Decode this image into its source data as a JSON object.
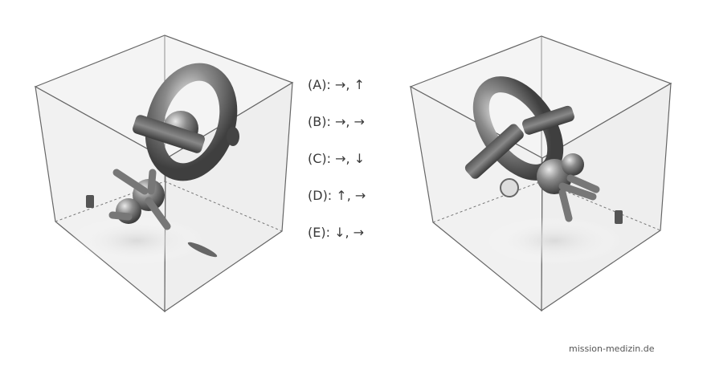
{
  "options": [
    {
      "label": "(A): →, ↑"
    },
    {
      "label": "(B): →, →"
    },
    {
      "label": "(C): →, ↓"
    },
    {
      "label": "(D): ↑, →"
    },
    {
      "label": "(E): ↓, →"
    }
  ],
  "watermark": "mission-medizin.de",
  "colors": {
    "object": "#6f6f6f",
    "edge": "#666666",
    "glass": "#f3f3f3"
  }
}
